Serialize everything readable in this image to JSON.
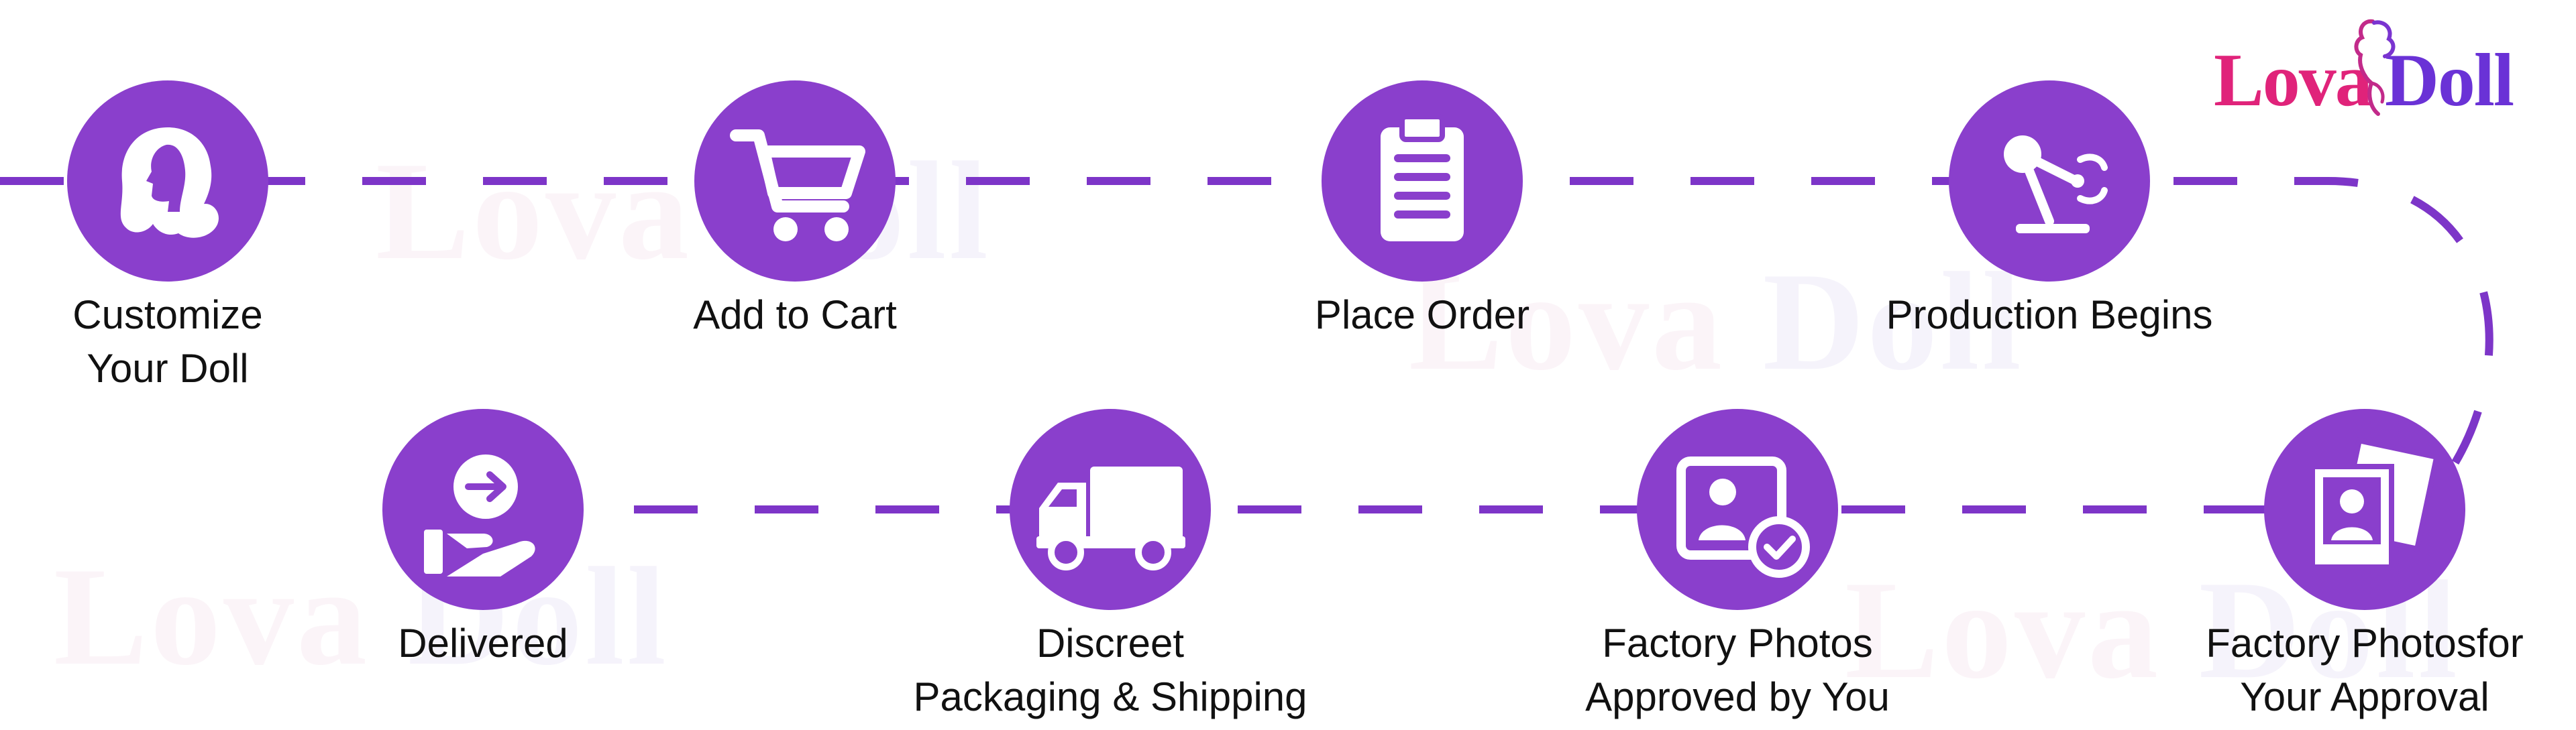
{
  "brand": {
    "logo_part1": "Lova",
    "logo_part2": "Doll",
    "watermark_part1": "Lova",
    "watermark_part2": "Doll",
    "pink": "#e0237a",
    "violet": "#6a32d6"
  },
  "colors": {
    "accent": "#8a3fcc",
    "path": "#7d35c8",
    "text": "#111111"
  },
  "steps": [
    {
      "id": "customize",
      "icon": "woman-hair-profile-icon",
      "lines": [
        "Customize",
        "Your Doll"
      ]
    },
    {
      "id": "cart",
      "icon": "shopping-cart-icon",
      "lines": [
        "Add to Cart"
      ]
    },
    {
      "id": "order",
      "icon": "clipboard-icon",
      "lines": [
        "Place Order"
      ]
    },
    {
      "id": "production",
      "icon": "robotic-arm-icon",
      "lines": [
        "Production Begins"
      ]
    },
    {
      "id": "photos-approval",
      "icon": "photo-prints-icon",
      "lines": [
        "Factory Photosfor",
        "Your Approval"
      ]
    },
    {
      "id": "photos-approved",
      "icon": "photo-approved-icon",
      "lines": [
        "Factory Photos",
        "Approved by You"
      ]
    },
    {
      "id": "shipping",
      "icon": "delivery-truck-icon",
      "lines": [
        "Discreet",
        "Packaging & Shipping"
      ]
    },
    {
      "id": "delivered",
      "icon": "hand-arrow-icon",
      "lines": [
        "Delivered"
      ]
    }
  ]
}
